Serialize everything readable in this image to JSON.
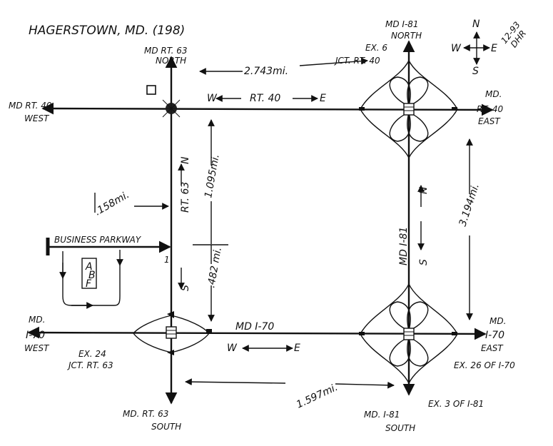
{
  "title": "HAGERSTOWN, MD. (198)",
  "date_code": {
    "line1": "12-93",
    "line2": "DHR"
  },
  "compass": {
    "n": "N",
    "s": "S",
    "e": "E",
    "w": "W"
  },
  "roads": {
    "rt63_north": {
      "line1": "MD RT. 63",
      "line2": "NORTH"
    },
    "rt63_south": {
      "line1": "MD. RT. 63",
      "line2": "SOUTH"
    },
    "rt40_west": {
      "line1": "MD RT. 40",
      "line2": "WEST"
    },
    "rt40_east": {
      "line1": "MD.",
      "line2": "RT. 40",
      "line3": "EAST"
    },
    "i81_north": {
      "line1": "MD I-81",
      "line2": "NORTH"
    },
    "i81_south": {
      "line1": "MD. I-81",
      "line2": "SOUTH"
    },
    "i70_west": {
      "line1": "MD.",
      "line2": "I-70",
      "line3": "WEST"
    },
    "i70_east": {
      "line1": "MD.",
      "line2": "I-70",
      "line3": "EAST"
    },
    "rt40_center": "RT. 40",
    "rt40_w": "W",
    "rt40_e": "E",
    "rt63_vertical": "RT. 63",
    "rt63_n": "N",
    "rt63_s": "S",
    "i81_vertical": "MD I-81",
    "i81_n": "N",
    "i81_s": "S",
    "i70_center": "MD I-70",
    "i70_w": "W",
    "i70_e": "E",
    "business_parkway": "BUSINESS PARKWAY",
    "bp_number": "1"
  },
  "exits": {
    "ex6": {
      "line1": "EX. 6",
      "line2": "JCT. RT. 40"
    },
    "ex24": {
      "line1": "EX. 24",
      "line2": "JCT. RT. 63"
    },
    "ex26": "EX. 26 OF I-70",
    "ex3": "EX. 3 OF I-81"
  },
  "distances": {
    "d1": "2.743mi.",
    "d2": "1.095mi.",
    "d3": ".158mi.",
    "d4": ".482 mi.",
    "d5": "3.194mi.",
    "d6": "1.597mi."
  },
  "site_letters": {
    "a": "A",
    "b": "B",
    "f": "F"
  }
}
